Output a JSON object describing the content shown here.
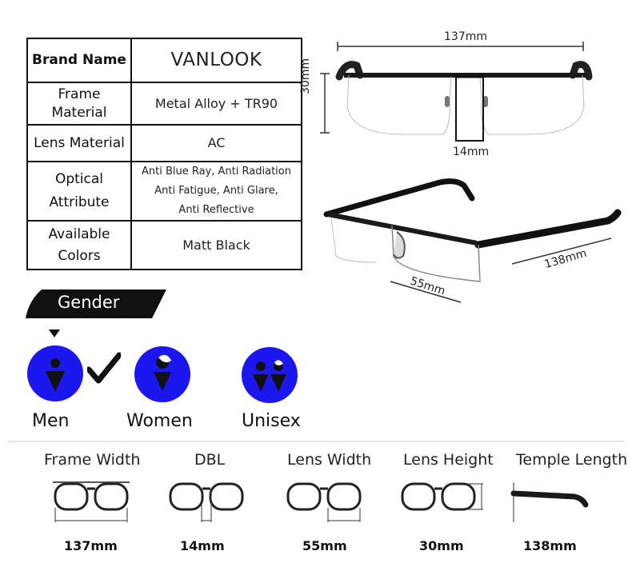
{
  "specs": {
    "brand_key": "Brand Name",
    "brand_value": "VANLOOK",
    "frame_key_line1": "Frame",
    "frame_key_line2": "Material",
    "frame_value": "Metal Alloy + TR90",
    "lens_key": "Lens Material",
    "lens_value": "AC",
    "optical_key_line1": "Optical",
    "optical_key_line2": "Attribute",
    "optical_value_line1": "Anti Blue Ray, Anti Radiation",
    "optical_value_line2": "Anti Fatigue, Anti Glare,",
    "optical_value_line3": "Anti Reflective",
    "colors_key_line1": "Available",
    "colors_key_line2": "Colors",
    "colors_value": "Matt Black"
  },
  "front_view": {
    "width": "137mm",
    "height": "30mm",
    "bridge": "14mm"
  },
  "side_view": {
    "temple": "138mm",
    "lens": "55mm"
  },
  "gender": {
    "title": "Gender",
    "options": [
      {
        "label": "Men",
        "selected": true
      },
      {
        "label": "Women",
        "selected": false
      },
      {
        "label": "Unisex",
        "selected": false
      }
    ],
    "accent_color": "#1c17ee"
  },
  "measurements": [
    {
      "label": "Frame Width",
      "value": "137mm"
    },
    {
      "label": "DBL",
      "value": "14mm"
    },
    {
      "label": "Lens Width",
      "value": "55mm"
    },
    {
      "label": "Lens Height",
      "value": "30mm"
    },
    {
      "label": "Temple Length",
      "value": "138mm"
    }
  ]
}
